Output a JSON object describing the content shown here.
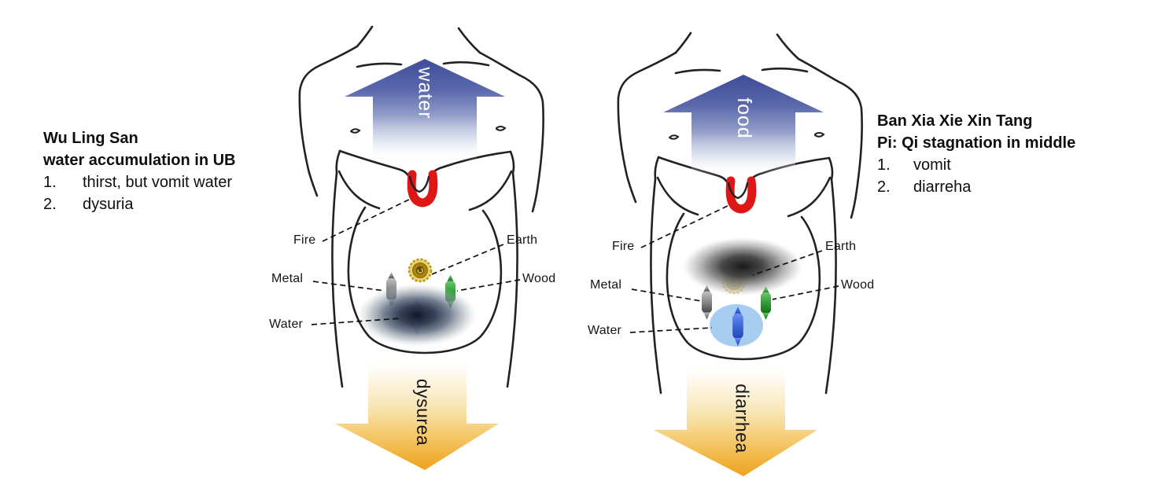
{
  "left_note": {
    "title_line1": "Wu Ling San",
    "title_line2": "water accumulation in UB",
    "items": [
      {
        "num": "1.",
        "text": "thirst, but vomit water"
      },
      {
        "num": "2.",
        "text": "dysuria"
      }
    ]
  },
  "right_note": {
    "title_line1": "Ban Xia Xie Xin Tang",
    "title_line2": "Pi: Qi stagnation in middle",
    "items": [
      {
        "num": "1.",
        "text": "vomit"
      },
      {
        "num": "2.",
        "text": "diarreha"
      }
    ]
  },
  "figures": {
    "element_labels": {
      "fire": "Fire",
      "earth": "Earth",
      "metal": "Metal",
      "wood": "Wood",
      "water": "Water"
    },
    "left": {
      "up_label": "water",
      "down_label": "dysurea"
    },
    "right": {
      "up_label": "food",
      "down_label": "diarrhea"
    }
  },
  "colors": {
    "up_arrow_blue": "#3e4c9a",
    "down_arrow_orange": "#eea21e",
    "fire_red": "#de1616",
    "earth_gold": "#ab830f",
    "metal_gray": "#8a8a8a",
    "wood_green": "#2f9e35",
    "water_dark_cloud": "#0f1526",
    "stagnation_gray_cloud": "#151515",
    "water_light_blue": "#a8cdf3",
    "water_capsule_blue": "#3a66d8",
    "sketch_line": "#222222"
  }
}
